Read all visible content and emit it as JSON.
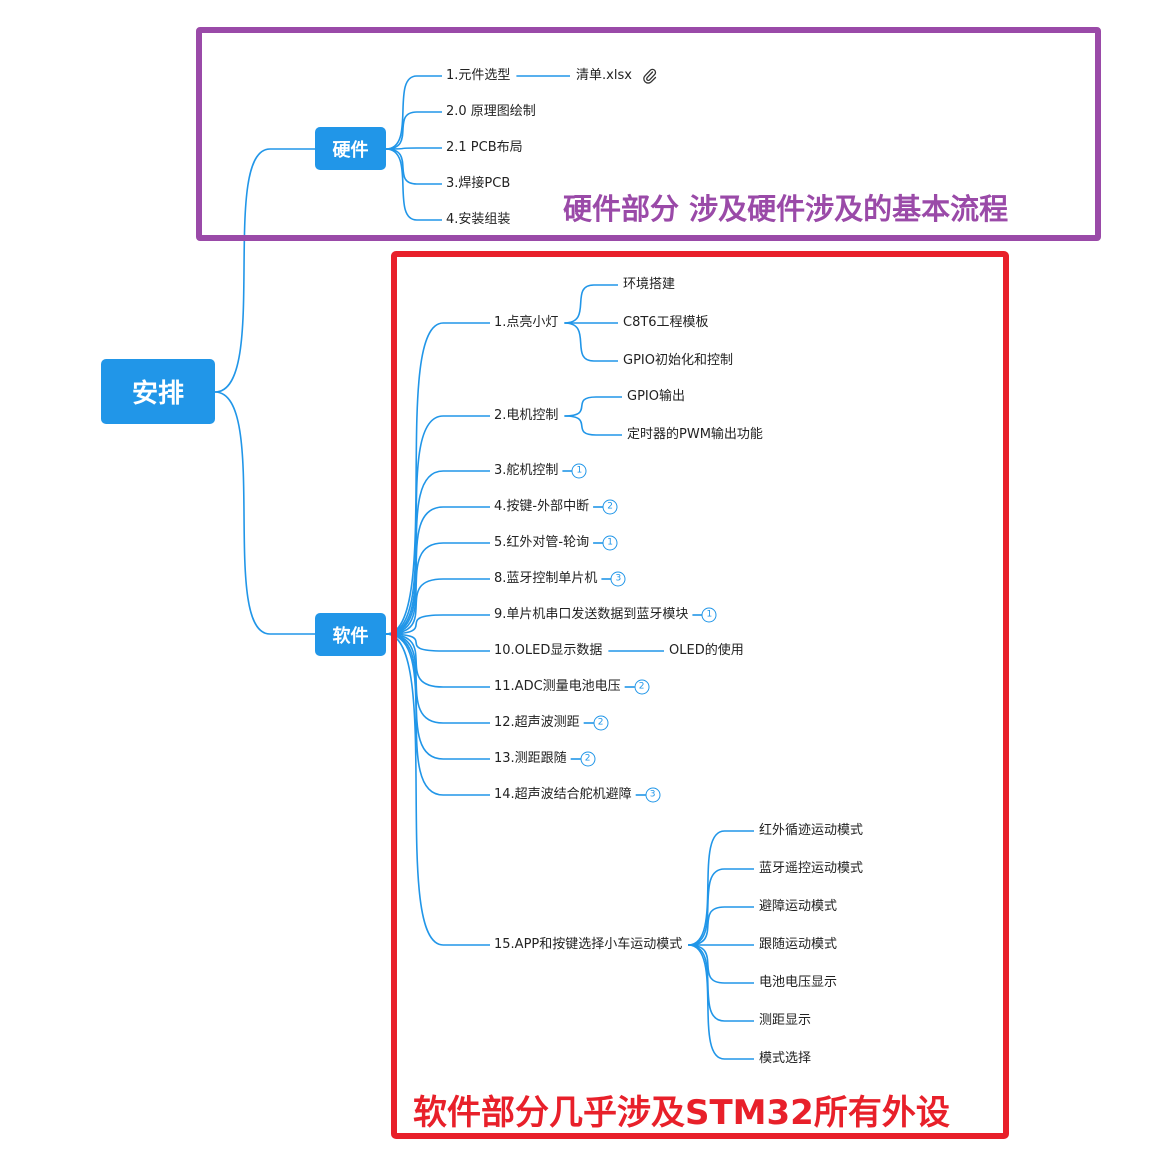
{
  "mindmap": {
    "root": "安排",
    "hardware": {
      "label": "硬件",
      "items": [
        "1.元件选型",
        "2.0 原理图绘制",
        "2.1 PCB布局",
        "3.焊接PCB",
        "4.安装组装"
      ],
      "attachment": "清单.xlsx"
    },
    "software": {
      "label": "软件",
      "items": [
        {
          "label": "1.点亮小灯",
          "children": [
            "环境搭建",
            "C8T6工程模板",
            "GPIO初始化和控制"
          ]
        },
        {
          "label": "2.电机控制",
          "children": [
            "GPIO输出",
            "定时器的PWM输出功能"
          ]
        },
        {
          "label": "3.舵机控制",
          "badge": "1"
        },
        {
          "label": "4.按键-外部中断",
          "badge": "2"
        },
        {
          "label": "5.红外对管-轮询",
          "badge": "1"
        },
        {
          "label": "8.蓝牙控制单片机",
          "badge": "3"
        },
        {
          "label": "9.单片机串口发送数据到蓝牙模块",
          "badge": "1"
        },
        {
          "label": "10.OLED显示数据",
          "children": [
            "OLED的使用"
          ]
        },
        {
          "label": "11.ADC测量电池电压",
          "badge": "2"
        },
        {
          "label": "12.超声波测距",
          "badge": "2"
        },
        {
          "label": "13.测距跟随",
          "badge": "2"
        },
        {
          "label": "14.超声波结合舵机避障",
          "badge": "3"
        },
        {
          "label": "15.APP和按键选择小车运动模式",
          "children": [
            "红外循迹运动模式",
            "蓝牙遥控运动模式",
            "避障运动模式",
            "跟随运动模式",
            "电池电压显示",
            "测距显示",
            "模式选择"
          ]
        }
      ]
    }
  },
  "annotations": {
    "hardware": "硬件部分 涉及硬件涉及的基本流程",
    "software": "软件部分几乎涉及STM32所有外设"
  },
  "colors": {
    "node": "#2196e8",
    "line": "#2196e8",
    "hardware_frame": "#9a4aa8",
    "software_frame": "#e8202a"
  },
  "icons": {
    "attachment": "paperclip-icon"
  }
}
